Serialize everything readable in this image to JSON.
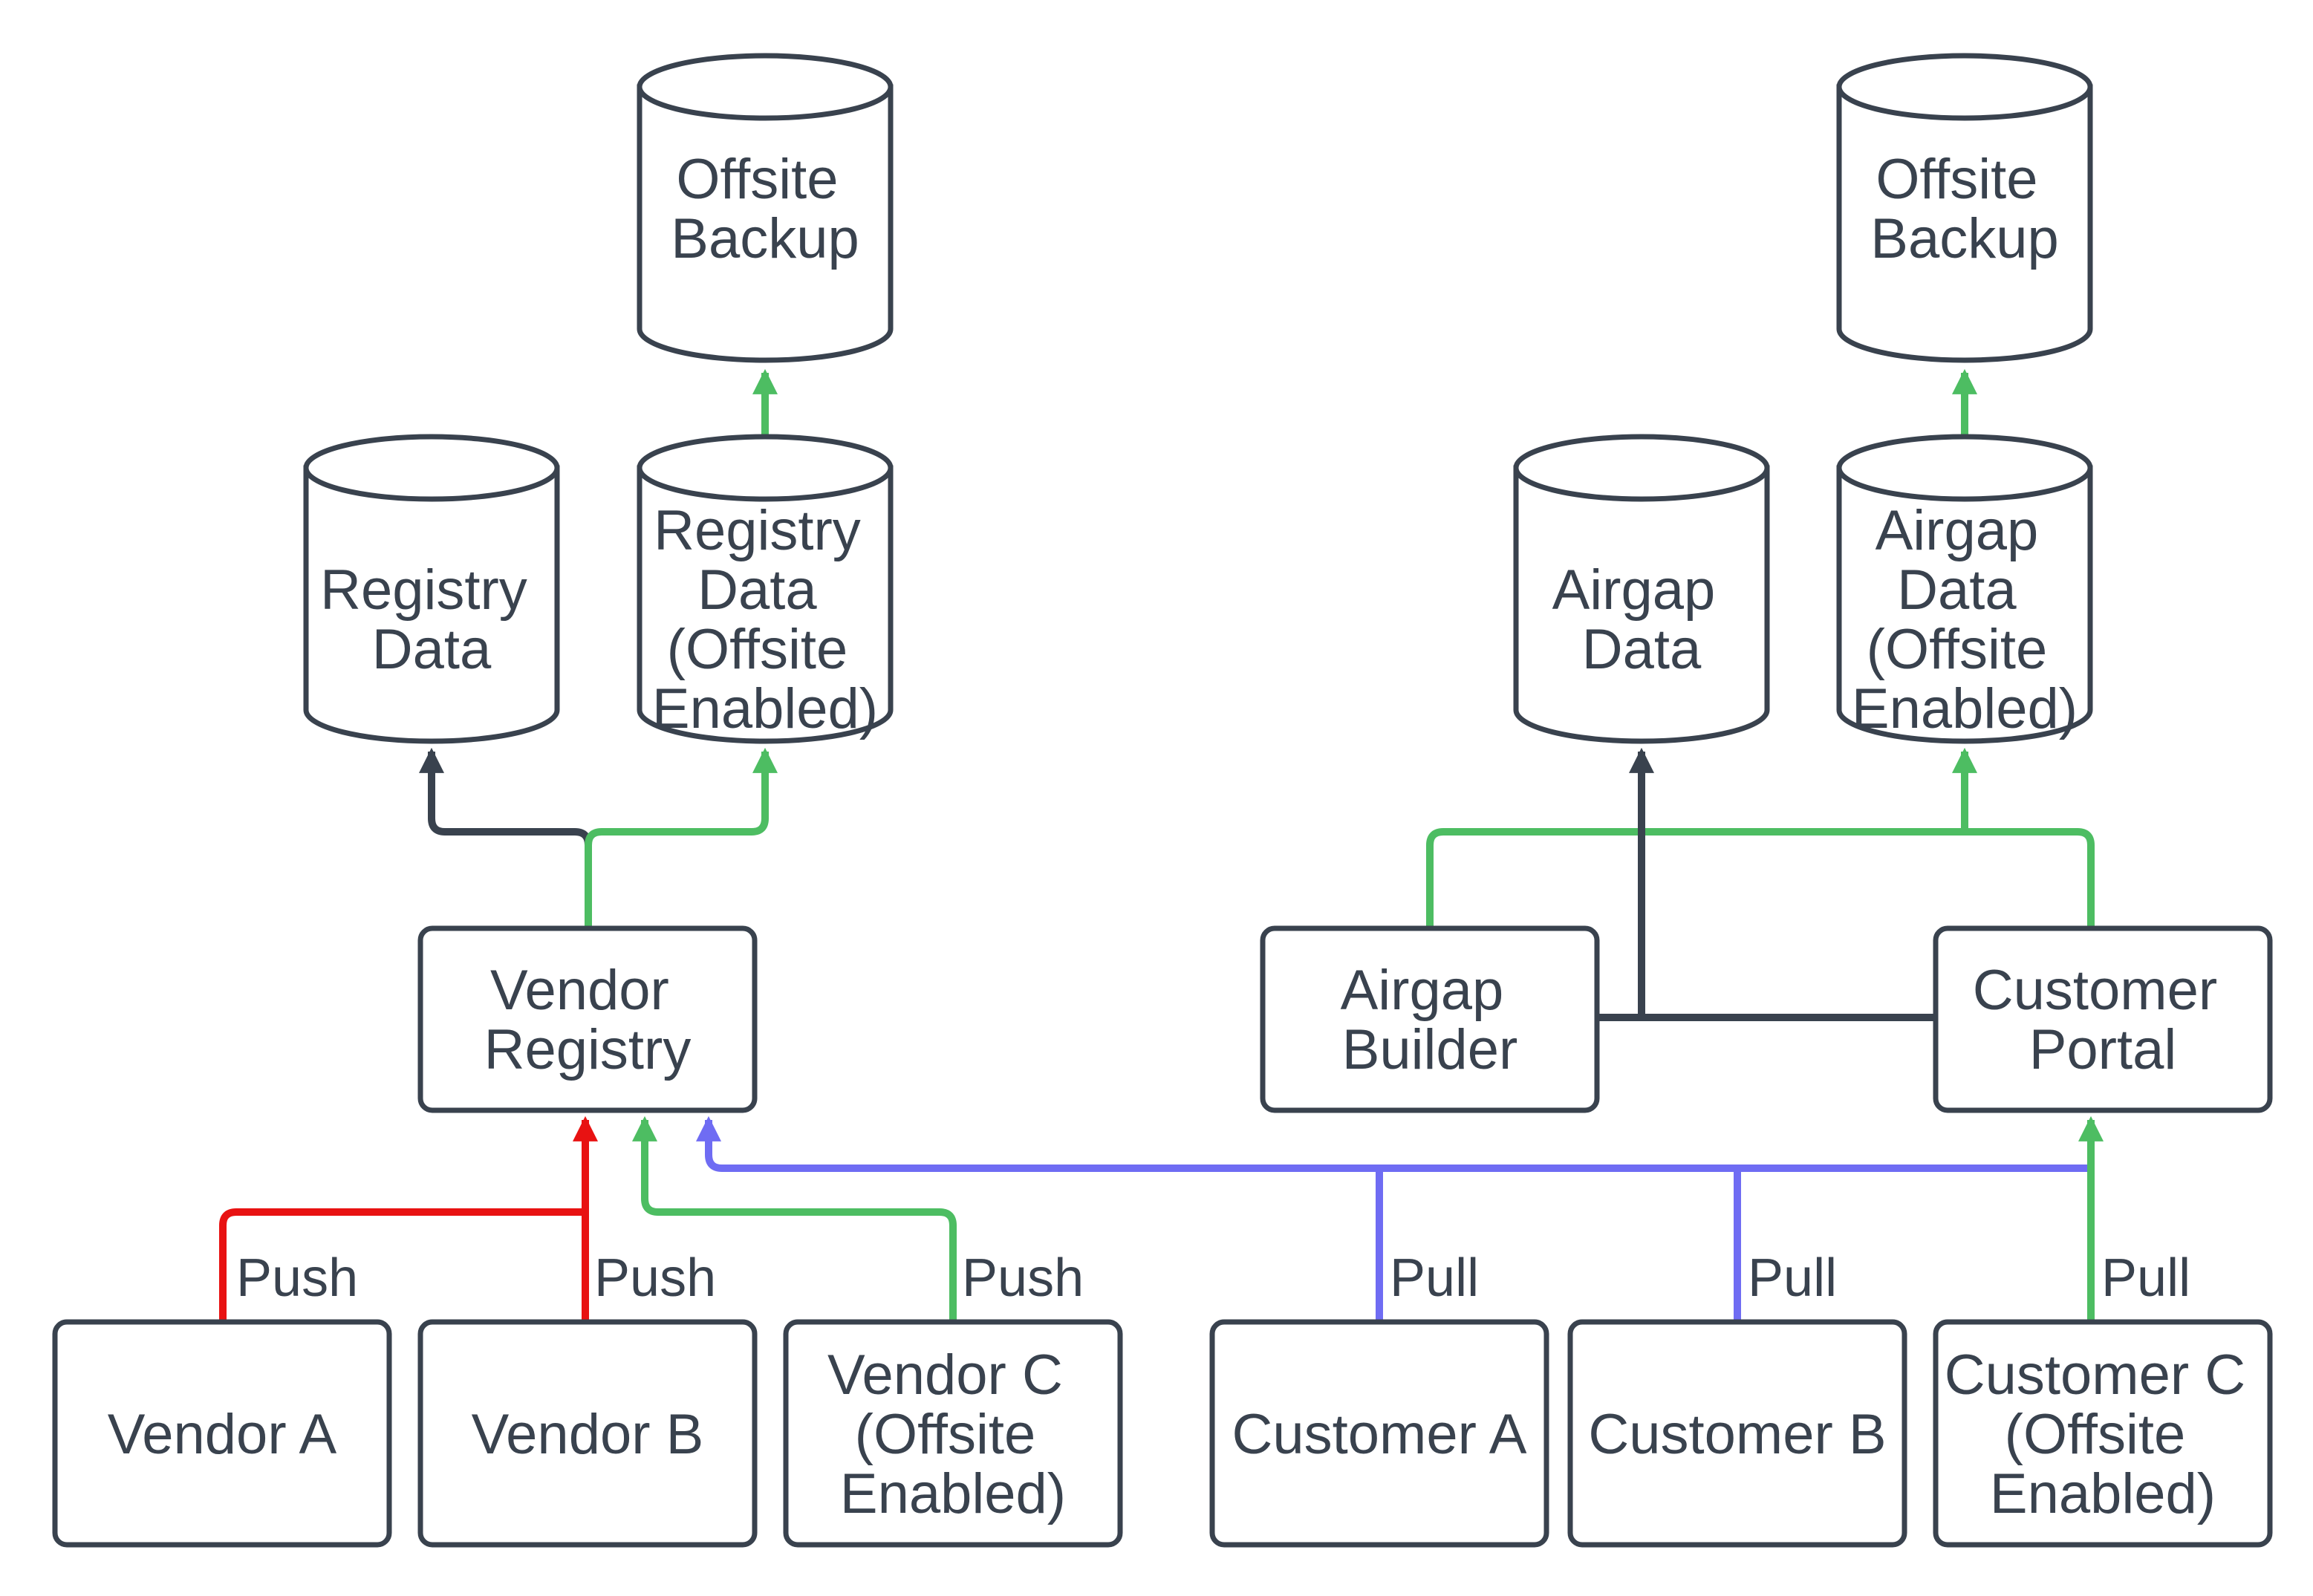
{
  "colors": {
    "outline": "#39424e",
    "text": "#39424e",
    "push_red": "#e81212",
    "offsite_green": "#4dbd62",
    "pull_blue": "#6f6cf3",
    "data_dark": "#39424e",
    "background": "#ffffff"
  },
  "nodes": {
    "offsite_backup_left": {
      "label_lines": [
        "Offsite",
        "Backup"
      ]
    },
    "registry_data": {
      "label_lines": [
        "Registry",
        "Data"
      ]
    },
    "registry_data_offsite": {
      "label_lines": [
        "Registry",
        "Data",
        "(Offsite",
        "Enabled)"
      ]
    },
    "vendor_registry": {
      "label_lines": [
        "Vendor",
        "Registry"
      ]
    },
    "vendor_a": {
      "label_lines": [
        "Vendor A"
      ]
    },
    "vendor_b": {
      "label_lines": [
        "Vendor B"
      ]
    },
    "vendor_c": {
      "label_lines": [
        "Vendor C",
        "(Offsite",
        "Enabled)"
      ]
    },
    "offsite_backup_right": {
      "label_lines": [
        "Offsite",
        "Backup"
      ]
    },
    "airgap_data": {
      "label_lines": [
        "Airgap",
        "Data"
      ]
    },
    "airgap_data_offsite": {
      "label_lines": [
        "Airgap",
        "Data",
        "(Offsite",
        "Enabled)"
      ]
    },
    "airgap_builder": {
      "label_lines": [
        "Airgap",
        "Builder"
      ]
    },
    "customer_portal": {
      "label_lines": [
        "Customer",
        "Portal"
      ]
    },
    "customer_a": {
      "label_lines": [
        "Customer A"
      ]
    },
    "customer_b": {
      "label_lines": [
        "Customer B"
      ]
    },
    "customer_c": {
      "label_lines": [
        "Customer C",
        "(Offsite",
        "Enabled)"
      ]
    }
  },
  "edge_labels": {
    "push_vendor_a": "Push",
    "push_vendor_b": "Push",
    "push_vendor_c": "Push",
    "pull_customer_a": "Pull",
    "pull_customer_b": "Pull",
    "pull_customer_c": "Pull"
  }
}
